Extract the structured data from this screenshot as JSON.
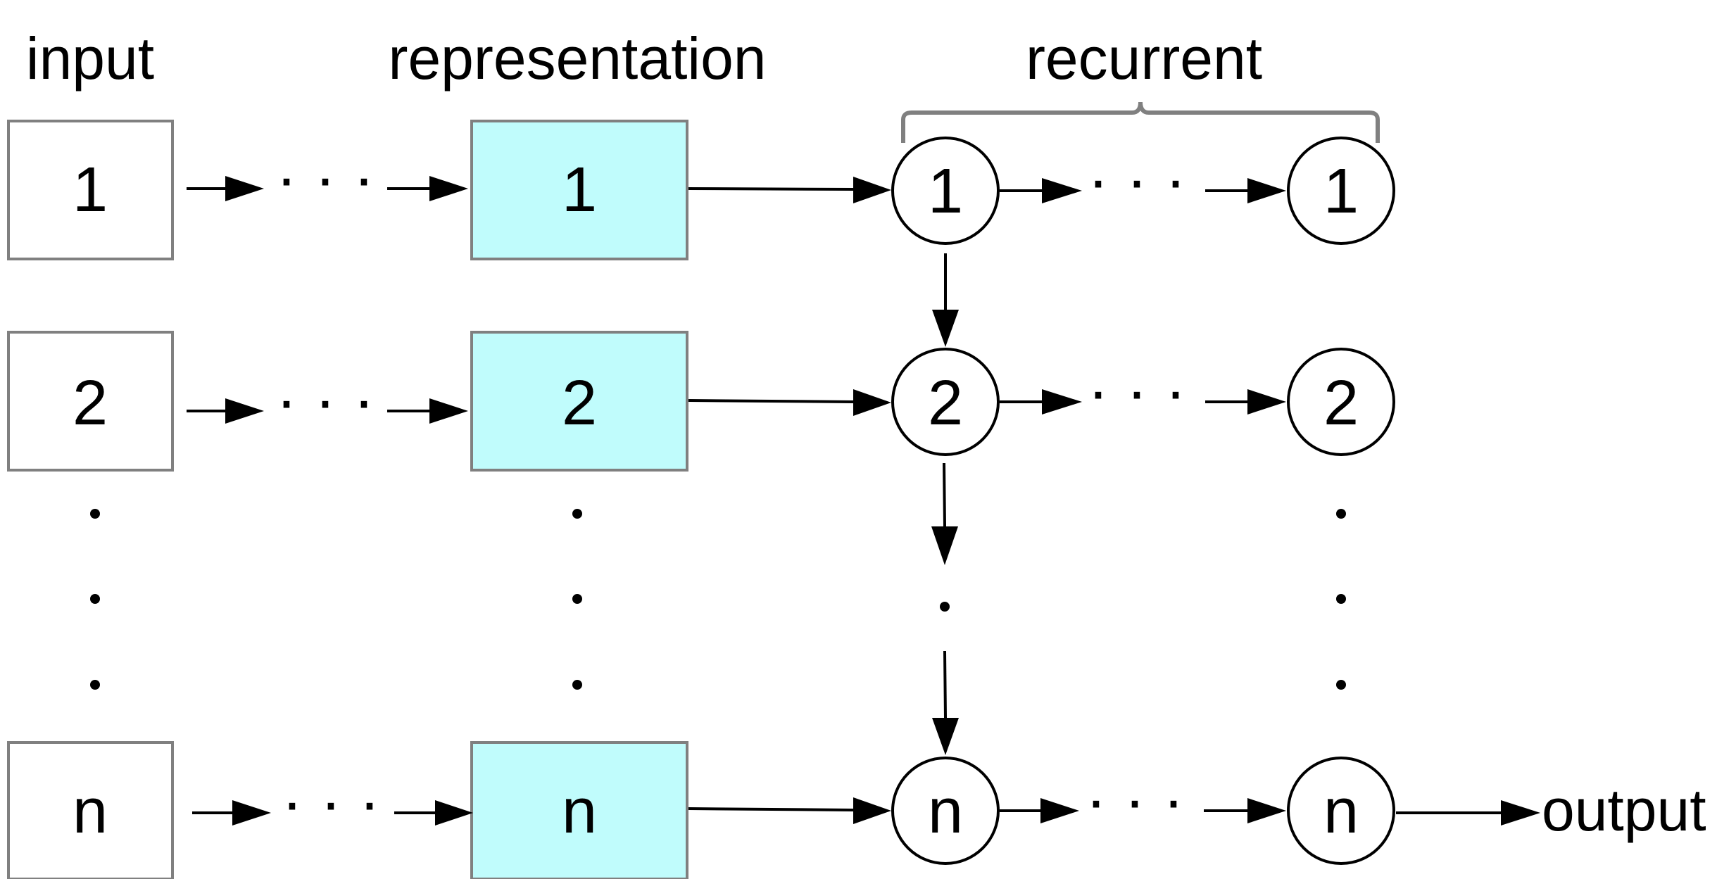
{
  "headers": {
    "input": "input",
    "representation": "representation",
    "recurrent": "recurrent"
  },
  "rows": [
    {
      "label": "1"
    },
    {
      "label": "2"
    },
    {
      "label": "n"
    }
  ],
  "ellipsis": "· · ·",
  "output_label": "output",
  "colors": {
    "representation_fill": "#c0fcfc",
    "box_stroke": "#808080",
    "brace_stroke": "#808080",
    "line": "#000000"
  }
}
